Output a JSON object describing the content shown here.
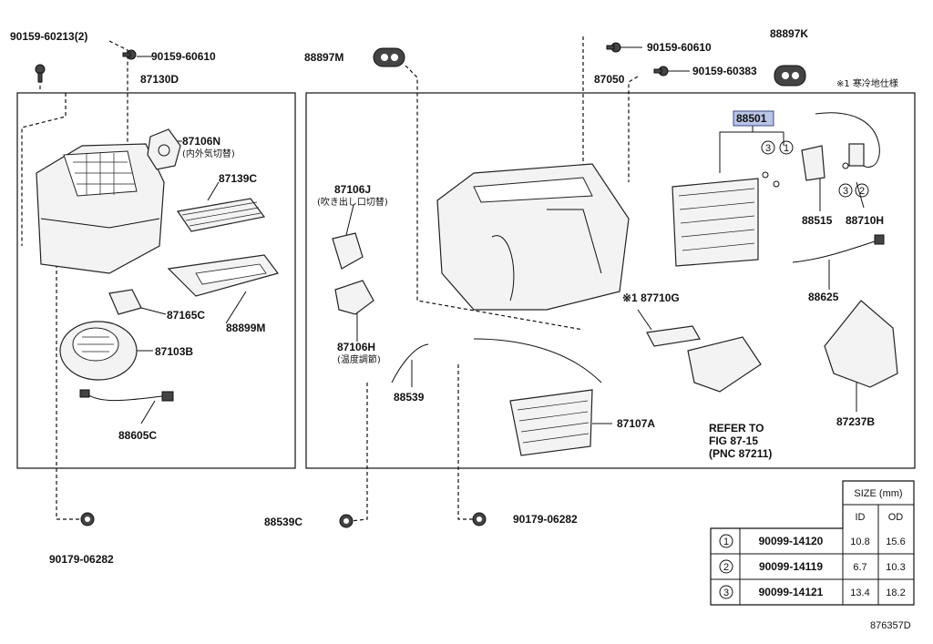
{
  "group_label": "87130D",
  "group_label_right": "87050",
  "cold_note": "※1 寒冷地仕様",
  "diagram_id": "876357D",
  "refer_note": [
    "REFER TO",
    "FIG 87-15",
    "(PNC 87211)"
  ],
  "parts": {
    "p90159_60213": "90159-60213(2)",
    "p90159_60610_left": "90159-60610",
    "p88897M": "88897M",
    "p90159_60610_right": "90159-60610",
    "p88897K": "88897K",
    "p90159_60383": "90159-60383",
    "p87106N": "87106N",
    "p87106N_note": "(内外気切替)",
    "p87139C": "87139C",
    "p87106J": "87106J",
    "p87106J_note": "(吹き出し口切替)",
    "p88501": "88501",
    "p88515": "88515",
    "p88710H": "88710H",
    "p88625": "88625",
    "p87165C": "87165C",
    "p88899M": "88899M",
    "p87103B": "87103B",
    "p87106H": "87106H",
    "p87106H_note": "(温度調節)",
    "p87710G": "※1 87710G",
    "p88539": "88539",
    "p87107A": "87107A",
    "p87237B": "87237B",
    "p88605C": "88605C",
    "p88539C": "88539C",
    "p90179_06282_mid": "90179-06282",
    "p90179_06282_left": "90179-06282"
  },
  "size_table": {
    "header": "SIZE (mm)",
    "col_id": "ID",
    "col_od": "OD",
    "rows": [
      {
        "num": "1",
        "part": "90099-14120",
        "id": "10.8",
        "od": "15.6"
      },
      {
        "num": "2",
        "part": "90099-14119",
        "id": "6.7",
        "od": "10.3"
      },
      {
        "num": "3",
        "part": "90099-14121",
        "id": "13.4",
        "od": "18.2"
      }
    ]
  }
}
